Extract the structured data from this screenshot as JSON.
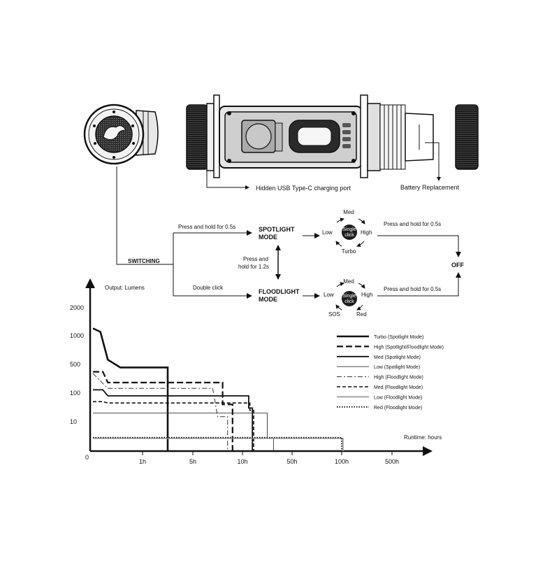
{
  "callouts": {
    "charging_port": "Hidden USB Type-C charging port",
    "battery": "Battery Replacement"
  },
  "flow": {
    "switching": "SWITCHING",
    "hold_05_top": "Press and hold for 0.5s",
    "double_click": "Double click",
    "spot_mode_1": "SPOTLIGHT",
    "spot_mode_2": "MODE",
    "flood_mode_1": "FLOODLIGHT",
    "flood_mode_2": "MODE",
    "hold_12_1": "Press and",
    "hold_12_2": "hold for 1.2s",
    "spot_hold_off": "Press and hold for 0.5s",
    "flood_hold_off": "Press and hold for 0.5s",
    "off": "OFF",
    "spot_cycle": {
      "top": "Med",
      "left": "Low",
      "right": "High",
      "bottom": "Turbo",
      "center_1": "Single",
      "center_2": "click"
    },
    "flood_cycle": {
      "top": "Med",
      "left": "Low",
      "right": "High",
      "bottom_left": "SOS",
      "bottom_right": "Red",
      "center_1": "Single",
      "center_2": "click"
    }
  },
  "chart_data": {
    "type": "line",
    "ylabel": "Output: Lumens",
    "xlabel": "Runtime: hours",
    "origin_label": "0",
    "y_tick_labels": [
      "2000",
      "1000",
      "500",
      "100",
      "10"
    ],
    "x_tick_labels": [
      "1h",
      "5h",
      "10h",
      "50h",
      "100h",
      "500h"
    ],
    "series": [
      {
        "name": "Turbo (Spotlight Mode)",
        "color": "#111111",
        "style": "thick-solid",
        "points": [
          [
            0,
            1200
          ],
          [
            0.15,
            1100
          ],
          [
            0.3,
            560
          ],
          [
            0.55,
            420
          ],
          [
            3.0,
            420
          ],
          [
            3.0,
            0
          ]
        ]
      },
      {
        "name": "High (Spotlight/Floodlight Mode)",
        "color": "#111111",
        "style": "thick-dash",
        "points": [
          [
            0,
            330
          ],
          [
            0.2,
            330
          ],
          [
            0.3,
            180
          ],
          [
            8.0,
            180
          ],
          [
            8.0,
            40
          ],
          [
            9.0,
            40
          ],
          [
            9.0,
            0
          ]
        ]
      },
      {
        "name": "Med (Spotlight Mode)",
        "color": "#111111",
        "style": "solid",
        "points": [
          [
            0,
            120
          ],
          [
            0.2,
            120
          ],
          [
            0.3,
            80
          ],
          [
            15.0,
            80
          ],
          [
            15.0,
            30
          ],
          [
            18.0,
            30
          ],
          [
            18.0,
            0
          ]
        ]
      },
      {
        "name": "Low (Spotlight Mode)",
        "color": "#333333",
        "style": "thin-solid",
        "points": [
          [
            0,
            20
          ],
          [
            30.0,
            20
          ],
          [
            30.0,
            3
          ],
          [
            35.0,
            3
          ],
          [
            35.0,
            0
          ]
        ]
      },
      {
        "name": "High (Floodlight Mode)",
        "color": "#333333",
        "style": "dash-dot",
        "points": [
          [
            0,
            300
          ],
          [
            0.3,
            130
          ],
          [
            7.0,
            130
          ],
          [
            7.5,
            15
          ],
          [
            8.5,
            15
          ],
          [
            8.5,
            0
          ]
        ]
      },
      {
        "name": "Med (Floodlight Mode)",
        "color": "#111111",
        "style": "dash",
        "points": [
          [
            0,
            50
          ],
          [
            0.2,
            50
          ],
          [
            0.3,
            45
          ],
          [
            16.0,
            45
          ],
          [
            16.0,
            25
          ],
          [
            19.0,
            25
          ],
          [
            19.0,
            0
          ]
        ]
      },
      {
        "name": "Low (Floodlight Mode)",
        "color": "#9a9a9a",
        "style": "gray-solid",
        "points": [
          [
            0,
            3
          ],
          [
            110.0,
            3
          ],
          [
            110.0,
            0
          ]
        ]
      },
      {
        "name": "Red (Floodlight Mode)",
        "color": "#111111",
        "style": "dotted",
        "points": [
          [
            0,
            3.2
          ],
          [
            100.0,
            3.2
          ],
          [
            100.0,
            0
          ]
        ]
      }
    ]
  }
}
